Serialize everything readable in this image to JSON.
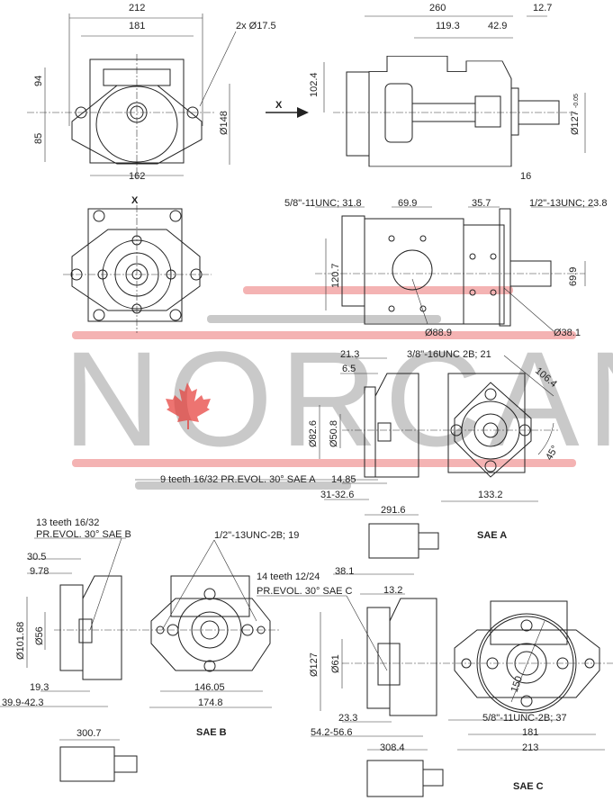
{
  "watermark": {
    "text": "NORCAN",
    "colors": {
      "letters": "#b8b8b8",
      "stripe_red": "#f4b3b3",
      "leaf": "#e53935"
    }
  },
  "views": {
    "front_top": {
      "d212": "212",
      "d181": "181",
      "holes": "2x Ø17.5",
      "d94": "94",
      "d85": "85",
      "d148": "Ø148",
      "d162": "162"
    },
    "side_top": {
      "d260": "260",
      "d119_3": "119.3",
      "d42_9": "42.9",
      "d12_7": "12.7",
      "d102_4": "102.4",
      "view_x": "X",
      "d127": "Ø127",
      "d127_tol": "-0.05"
    },
    "view_x": {
      "label": "X",
      "thread1": "5/8\"-11UNC; 31.8",
      "d69_9a": "69.9",
      "d35_7": "35.7",
      "d16": "16",
      "thread2": "1/2\"-13UNC; 23.8",
      "d120_7": "120.7",
      "d69_9b": "69.9",
      "d88_9": "Ø88.9",
      "d38_1": "Ø38.1"
    },
    "sae_a": {
      "d21_3": "21.3",
      "thread": "3/8\"-16UNC 2B; 21",
      "d6_5": "6.5",
      "d106_4": "106.4",
      "d82_6": "Ø82.6",
      "d50_8": "Ø50.8",
      "angle": "45°",
      "spline": "9 teeth 16/32 PR.EVOL. 30° SAE A",
      "d14_85": "14.85",
      "d31_32_6": "31-32.6",
      "d133_2": "133.2",
      "d291_6": "291.6",
      "title": "SAE A"
    },
    "sae_b": {
      "spline1": "13 teeth 16/32",
      "spline2": "PR.EVOL. 30° SAE B",
      "thread": "1/2\"-13UNC-2B; 19",
      "d30_5": "30.5",
      "d9_78": "9.78",
      "d101_68": "Ø101.68",
      "d56": "Ø56",
      "d19_3": "19.3",
      "d39_9": "39.9-42.3",
      "d146_05": "146.05",
      "d174_8": "174.8",
      "d300_7": "300.7",
      "title": "SAE B"
    },
    "sae_c": {
      "spline1": "14 teeth 12/24",
      "spline2": "PR.EVOL. 30° SAE C",
      "d38_1": "38.1",
      "d13_2": "13.2",
      "d127": "Ø127",
      "d61": "Ø61",
      "d23_3": "23.3",
      "d54_2": "54.2-56.6",
      "thread": "5/8\"-11UNC-2B; 37",
      "d181": "181",
      "d213": "213",
      "d308_4": "308.4",
      "d150": "150",
      "title": "SAE C"
    }
  }
}
